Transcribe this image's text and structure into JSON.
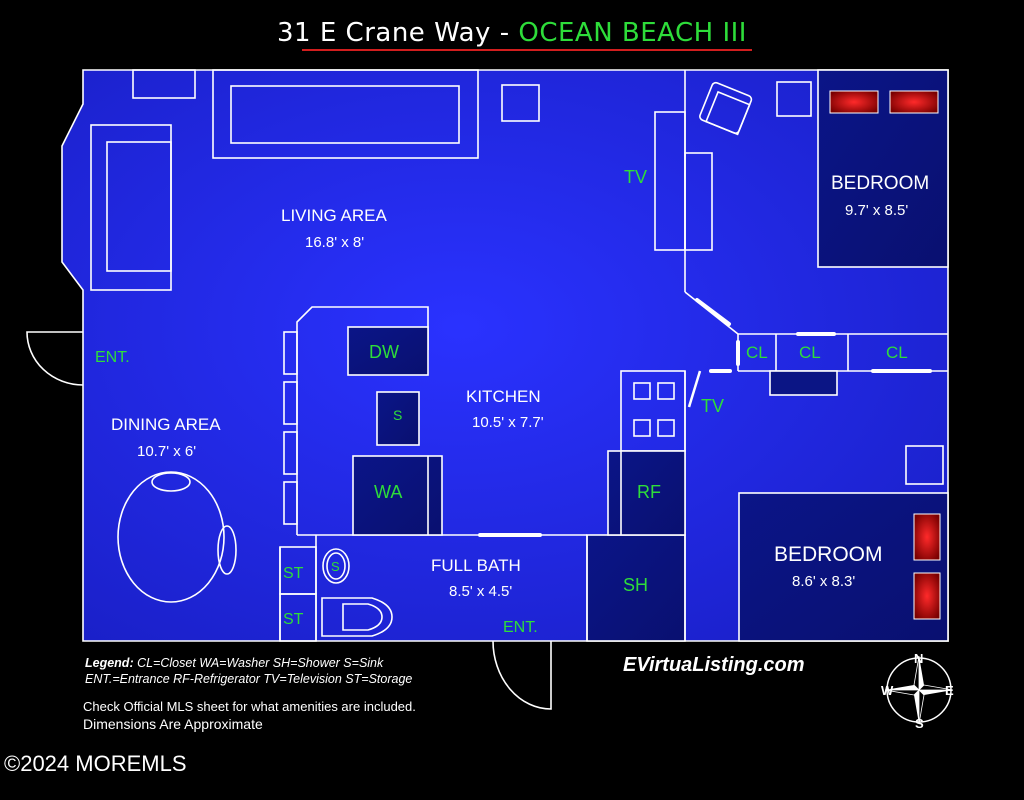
{
  "title": {
    "address": "31 E Crane Way - ",
    "community": "OCEAN BEACH III"
  },
  "rooms": {
    "living": {
      "name": "LIVING AREA",
      "dims": "16.8' x 8'"
    },
    "dining": {
      "name": "DINING AREA",
      "dims": "10.7' x 6'"
    },
    "kitchen": {
      "name": "KITCHEN",
      "dims": "10.5' x 7.7'"
    },
    "bath": {
      "name": "FULL BATH",
      "dims": "8.5' x 4.5'"
    },
    "bedroom1": {
      "name": "BEDROOM",
      "dims": "9.7' x 8.5'"
    },
    "bedroom2": {
      "name": "BEDROOM",
      "dims": "8.6' x 8.3'"
    }
  },
  "labels": {
    "ent": "ENT.",
    "tv": "TV",
    "cl": "CL",
    "dw": "DW",
    "s": "S",
    "wa": "WA",
    "rf": "RF",
    "sh": "SH",
    "st": "ST"
  },
  "legend": {
    "label": "Legend:",
    "line1": " CL=Closet  WA=Washer  SH=Shower   S=Sink",
    "line2": "ENT.=Entrance RF-Refrigerator TV=Television ST=Storage"
  },
  "notes": {
    "line1": "Check Official MLS sheet for what amenities are included.",
    "line2": "Dimensions Are Approximate"
  },
  "website": "EVirtuaListing.com",
  "compass": {
    "n": "N",
    "s": "S",
    "e": "E",
    "w": "W"
  },
  "copyright": "©2024 MOREMLS",
  "colors": {
    "background": "#000000",
    "floor": "#1c25e8",
    "room_dark": "#0b1585",
    "wall": "#ffffff",
    "label": "#2edd3a",
    "heater": "#ff1010"
  }
}
